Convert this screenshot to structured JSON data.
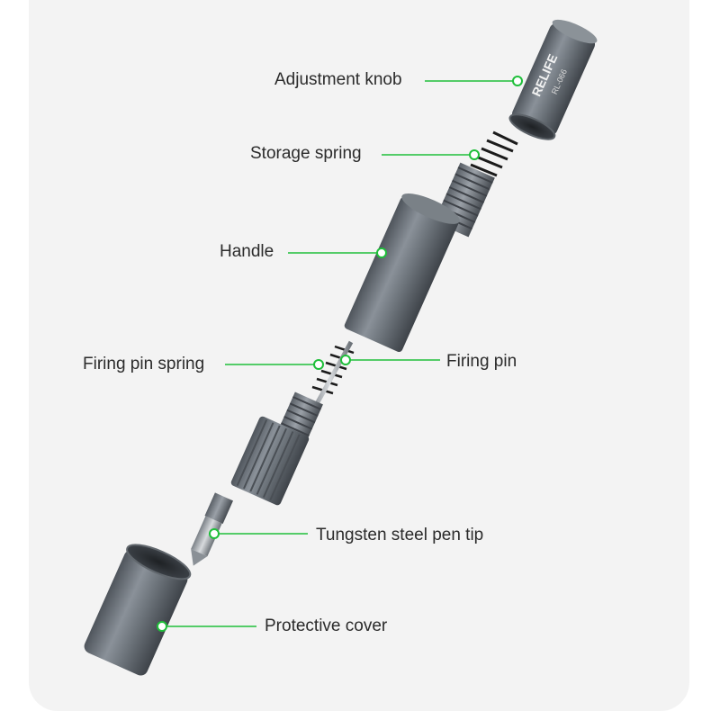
{
  "brand": "RELIFE",
  "model_mark": "RL-066",
  "accent_color": "#1fbf3a",
  "parts": {
    "adjustment_knob": "Adjustment knob",
    "storage_spring": "Storage spring",
    "handle": "Handle",
    "firing_pin_spring": "Firing pin spring",
    "firing_pin": "Firing pin",
    "pen_tip": "Tungsten steel pen tip",
    "protective_cover": "Protective cover"
  }
}
